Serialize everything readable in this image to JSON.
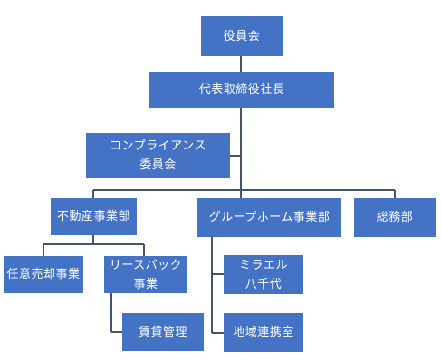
{
  "org_chart": {
    "nodes": {
      "board": "役員会",
      "ceo": "代表取締役社長",
      "compliance": "コンプライアンス\n委員会",
      "realestate": "不動産事業部",
      "grouphome": "グループホーム事業部",
      "general": "総務部",
      "voluntary_sale": "任意売却事業",
      "leaseback": "リースバック\n事業",
      "rental": "賃貸管理",
      "mirael": "ミラエル\n八千代",
      "community": "地域連携室"
    },
    "edges": [
      [
        "board",
        "ceo"
      ],
      [
        "ceo",
        "compliance"
      ],
      [
        "ceo",
        "realestate"
      ],
      [
        "ceo",
        "grouphome"
      ],
      [
        "ceo",
        "general"
      ],
      [
        "realestate",
        "voluntary_sale"
      ],
      [
        "realestate",
        "leaseback"
      ],
      [
        "leaseback",
        "rental"
      ],
      [
        "grouphome",
        "mirael"
      ],
      [
        "grouphome",
        "community"
      ]
    ]
  }
}
